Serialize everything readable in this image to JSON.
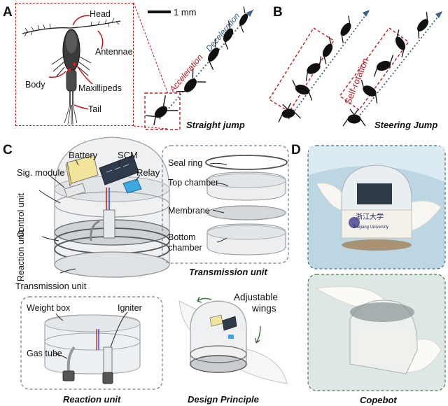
{
  "panels": {
    "a": {
      "letter": "A",
      "scale_bar": "1 mm",
      "caption": "Straight jump",
      "labels": {
        "head": "Head",
        "antennae": "Antennae",
        "body": "Body",
        "maxillipeds": "Maxillipeds",
        "tail": "Tail"
      },
      "phase_acceleration": "Acceleration",
      "phase_deceleration": "Deceleration"
    },
    "b": {
      "letter": "B",
      "caption": "Steering Jump",
      "self_rotation": "Self-rotation"
    },
    "c": {
      "letter": "C",
      "labels": {
        "battery": "Battery",
        "scm": "SCM",
        "relay": "Relay",
        "sig_module": "Sig. module",
        "control_unit": "Control unit",
        "reaction_unit": "Reaction unit",
        "transmission_unit": "Transmission unit"
      },
      "transmission": {
        "caption": "Transmission unit",
        "seal_ring": "Seal ring",
        "top_chamber": "Top chamber",
        "membrane": "Membrane",
        "bottom_line1": "Bottom",
        "bottom_line2": "chamber"
      },
      "reaction": {
        "caption": "Reaction unit",
        "weight_box": "Weight box",
        "igniter": "Igniter",
        "gas_tube": "Gas tube"
      },
      "design": {
        "caption": "Design Principle",
        "adjustable": "Adjustable",
        "wings": "wings"
      }
    },
    "d": {
      "letter": "D",
      "caption": "Copebot",
      "badge_text": "浙江大学",
      "badge_sub": "Zhejiang University"
    }
  },
  "colors": {
    "red_dash": "#c8161d",
    "gray_dash": "#6b7f8f",
    "blue_arrow": "#3a5f86",
    "body_red": "#d41c1c",
    "text": "#111111"
  }
}
